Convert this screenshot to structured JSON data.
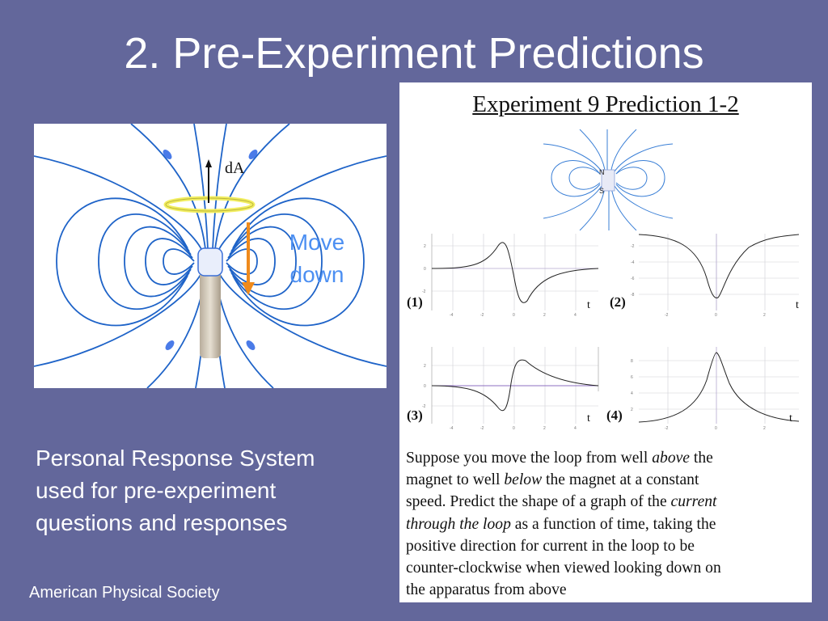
{
  "slide": {
    "title": "2. Pre-Experiment Predictions",
    "footer": "American Physical Society",
    "prs_lines": [
      "Personal Response System",
      "used for pre-experiment",
      "questions and responses"
    ]
  },
  "field_figure": {
    "vector_label": "dA",
    "move_lines": [
      "Move",
      "down"
    ],
    "field_line_color": "#1e63c8",
    "loop_color": "#f2ee60",
    "arrow_color": "#ef8a1c",
    "magnet_color": "#d8cfc0"
  },
  "experiment": {
    "title": "Experiment 9  Prediction 1-2",
    "magnet_labels": {
      "north": "N",
      "south": "S"
    },
    "graphs": [
      {
        "label": "(1)",
        "axis": "t",
        "yticks": [
          "2",
          "0",
          "-2"
        ],
        "xticks": [
          "-4",
          "-2",
          "0",
          "2",
          "4"
        ]
      },
      {
        "label": "(2)",
        "axis": "t",
        "yticks": [
          "-2",
          "-4",
          "-6",
          "-8"
        ],
        "xticks": [
          "-2",
          "0",
          "2"
        ]
      },
      {
        "label": "(3)",
        "axis": "t",
        "yticks": [
          "2",
          "0",
          "-2"
        ],
        "xticks": [
          "-4",
          "-2",
          "0",
          "2",
          "4"
        ]
      },
      {
        "label": "(4)",
        "axis": "t",
        "yticks": [
          "8",
          "6",
          "4",
          "2"
        ],
        "xticks": [
          "-2",
          "0",
          "2"
        ]
      }
    ],
    "question_lines": [
      [
        "Suppose you move the loop from well ",
        "above",
        " the"
      ],
      [
        "magnet to well ",
        "below",
        " the magnet at a constant"
      ],
      [
        "speed.  Predict the shape of a graph of the ",
        "current",
        ""
      ],
      [
        "",
        "through the loop",
        " as a function of time, taking the"
      ],
      [
        "positive direction for current in the loop to be",
        "",
        ""
      ],
      [
        "counter-clockwise when viewed looking down on",
        "",
        ""
      ],
      [
        "the apparatus from above",
        "",
        ""
      ]
    ]
  }
}
